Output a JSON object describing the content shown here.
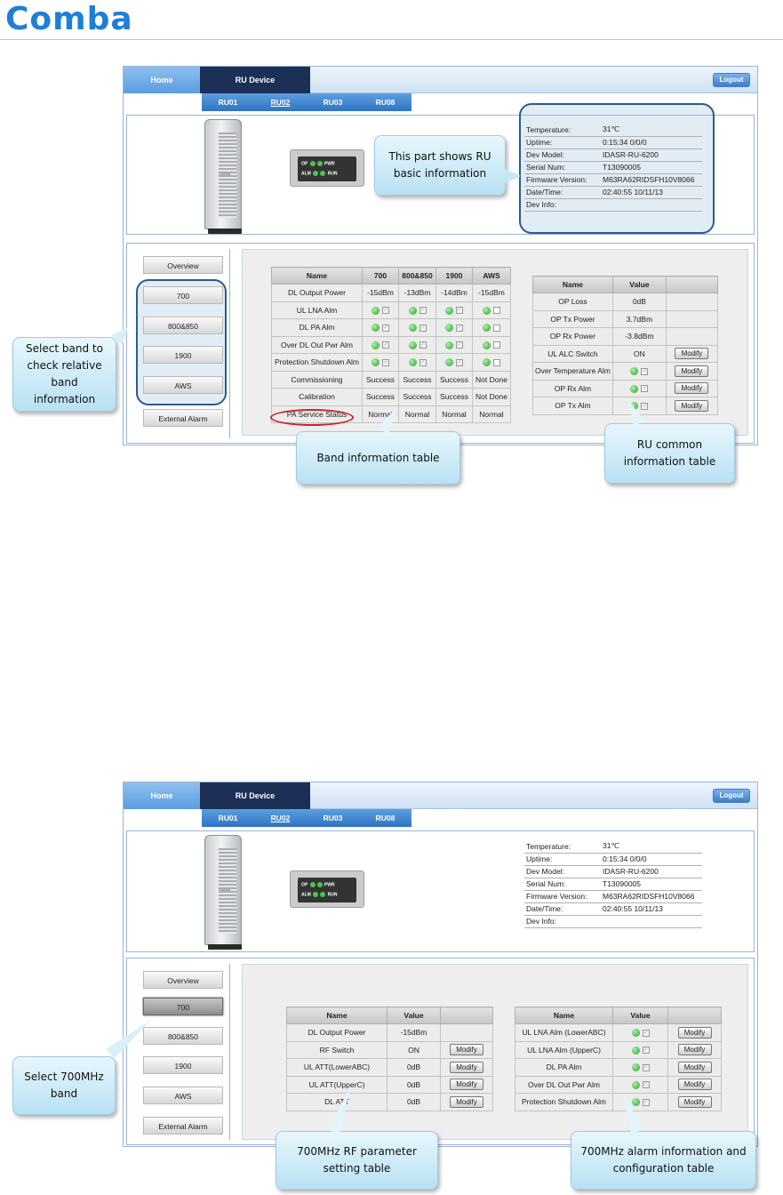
{
  "logo": "Comba",
  "nav": {
    "home": "Home",
    "device": "RU Device",
    "logout": "Logout",
    "subtabs": [
      "RU01",
      "RU02",
      "RU03",
      "RU08"
    ]
  },
  "device_brand": "Comba",
  "leds": {
    "op": "OP",
    "pwr": "PWR",
    "alm": "ALM",
    "run": "RUN"
  },
  "info": {
    "rows": [
      [
        "Temperature:",
        "31℃"
      ],
      [
        "Uptime:",
        "0:15:34 0/0/0"
      ],
      [
        "Dev Model:",
        "IDASR-RU-6200"
      ],
      [
        "Serial Num:",
        "T13090005"
      ],
      [
        "Firmware Version:",
        "M63RA62RIDSFH10V8066"
      ],
      [
        "Date/Time:",
        "02:40:55 10/11/13"
      ],
      [
        "Dev Info:",
        ""
      ]
    ]
  },
  "sidebar": [
    "Overview",
    "700",
    "800&850",
    "1900",
    "AWS",
    "External Alarm"
  ],
  "band_table": {
    "headers": [
      "Name",
      "700",
      "800&850",
      "1900",
      "AWS"
    ],
    "rows": [
      [
        "DL Output Power",
        "-15dBm",
        "-13dBm",
        "-14dBm",
        "-15dBm"
      ],
      [
        "UL LNA Alm",
        "",
        "",
        "",
        ""
      ],
      [
        "DL PA Alm",
        "",
        "",
        "",
        ""
      ],
      [
        "Over DL Out Pwr Alm",
        "",
        "",
        "",
        ""
      ],
      [
        "Protection Shutdown Alm",
        "",
        "",
        "",
        ""
      ],
      [
        "Commissioning",
        "Success",
        "Success",
        "Success",
        "Not Done"
      ],
      [
        "Calibration",
        "Success",
        "Success",
        "Success",
        "Not Done"
      ],
      [
        "PA Service Status",
        "Normal",
        "Normal",
        "Normal",
        "Normal"
      ]
    ]
  },
  "common_table": {
    "headers": [
      "Name",
      "Value",
      ""
    ],
    "rows": [
      [
        "OP Loss",
        "0dB"
      ],
      [
        "OP Tx Power",
        "3.7dBm"
      ],
      [
        "OP Rx Power",
        "-3.8dBm"
      ],
      [
        "UL ALC Switch",
        "ON"
      ],
      [
        "Over Temperature Alm",
        ""
      ],
      [
        "OP Rx Alm",
        ""
      ],
      [
        "OP Tx Alm",
        ""
      ]
    ],
    "modify": "Modify"
  },
  "rf_table": {
    "headers": [
      "Name",
      "Value",
      ""
    ],
    "rows": [
      [
        "DL Output Power",
        "-15dBm"
      ],
      [
        "RF Switch",
        "ON"
      ],
      [
        "UL ATT(LowerABC)",
        "0dB"
      ],
      [
        "UL ATT(UpperC)",
        "0dB"
      ],
      [
        "DL ATT",
        "0dB"
      ]
    ]
  },
  "alarm_table": {
    "headers": [
      "Name",
      "Value",
      ""
    ],
    "rows": [
      "UL LNA Alm (LowerABC)",
      "UL LNA Alm (UpperC)",
      "DL PA Alm",
      "Over DL Out Pwr Alm",
      "Protection Shutdown Alm"
    ]
  },
  "callouts": {
    "c1": "This part shows RU basic information",
    "c2": "Select band to check relative band information",
    "c3": "Band information table",
    "c4": "RU common information table",
    "c5": "Select 700MHz band",
    "c6": "700MHz RF parameter setting table",
    "c7": "700MHz alarm information and configuration table"
  }
}
